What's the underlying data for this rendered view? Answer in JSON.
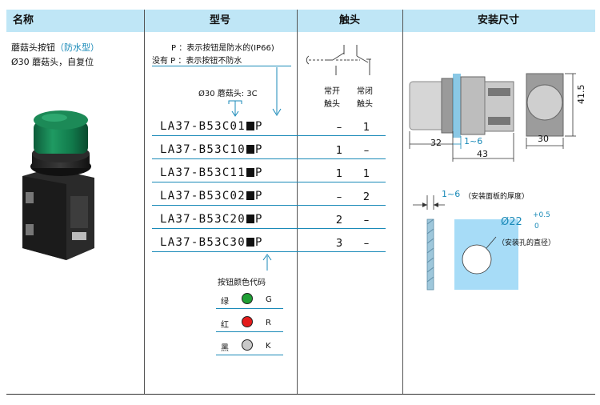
{
  "headers": {
    "name": "名称",
    "model": "型号",
    "contact": "触头",
    "dims": "安装尺寸"
  },
  "product": {
    "title": "蘑菇头按钮",
    "variant": "（防水型）",
    "desc": "Ø30 蘑菇头，自复位"
  },
  "notes": {
    "p_line": "P ：表示按钮是防水的(IP66)",
    "no_p_line": "没有 P ：表示按钮不防水",
    "mushroom": "Ø30 蘑菇头: 3C"
  },
  "contact_headers": {
    "no_1": "常开",
    "no_2": "触头",
    "nc_1": "常闭",
    "nc_2": "触头"
  },
  "models": [
    {
      "pre": "LA37-B53C01",
      "suf": "P",
      "no": "–",
      "nc": "1"
    },
    {
      "pre": "LA37-B53C10",
      "suf": "P",
      "no": "1",
      "nc": "–"
    },
    {
      "pre": "LA37-B53C11",
      "suf": "P",
      "no": "1",
      "nc": "1"
    },
    {
      "pre": "LA37-B53C02",
      "suf": "P",
      "no": "–",
      "nc": "2"
    },
    {
      "pre": "LA37-B53C20",
      "suf": "P",
      "no": "2",
      "nc": "–"
    },
    {
      "pre": "LA37-B53C30",
      "suf": "P",
      "no": "3",
      "nc": "–"
    }
  ],
  "color_code": {
    "label": "按钮颜色代码",
    "items": [
      {
        "name": "绿",
        "code": "G",
        "color": "#1fa035"
      },
      {
        "name": "红",
        "code": "R",
        "color": "#e41c1c"
      },
      {
        "name": "黑",
        "code": "K",
        "color": "#c8c8c8"
      }
    ]
  },
  "dimensions": {
    "d32": "32",
    "d1_6": "1~6",
    "d43": "43",
    "d30": "30",
    "d41_5": "41.5",
    "thickness_label": "1~6",
    "thickness_note": "（安装面板的厚度）",
    "hole_dia": "Ø22",
    "tol_up": "+0.5",
    "tol_down": "0",
    "hole_note": "（安装孔的直径）"
  },
  "colors": {
    "header_bg": "#bfe6f6",
    "accent": "#1a8ab8",
    "panel_blue": "#a7dcf7"
  }
}
